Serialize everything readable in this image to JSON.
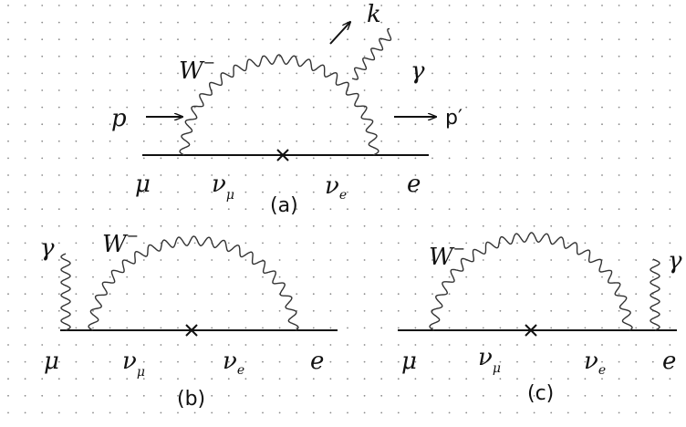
{
  "diagram_a": {
    "boson_label": "W",
    "boson_charge": "−",
    "photon_label": "γ",
    "photon_momentum_label": "k",
    "incoming_momentum_label": "p",
    "outgoing_momentum_label": "p′",
    "particle_muon": "μ",
    "particle_nu_mu": "ν",
    "particle_nu_mu_sub": "μ",
    "particle_nu_e": "ν",
    "particle_nu_e_sub": "e",
    "particle_electron": "e",
    "caption": "(a)"
  },
  "diagram_b": {
    "boson_label": "W",
    "boson_charge": "−",
    "photon_label": "γ",
    "particle_muon": "μ",
    "particle_nu_mu": "ν",
    "particle_nu_mu_sub": "μ",
    "particle_nu_e": "ν",
    "particle_nu_e_sub": "e",
    "particle_electron": "e",
    "caption": "(b)"
  },
  "diagram_c": {
    "boson_label": "W",
    "boson_charge": "−",
    "photon_label": "γ",
    "particle_muon": "μ",
    "particle_nu_mu": "ν",
    "particle_nu_mu_sub": "μ",
    "particle_nu_e": "ν",
    "particle_nu_e_sub": "e",
    "particle_electron": "e",
    "caption": "(c)"
  }
}
